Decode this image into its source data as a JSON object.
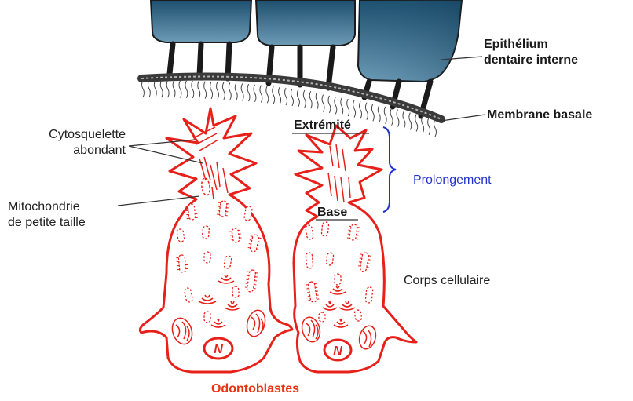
{
  "labels": {
    "epithelium": [
      "Epithélium",
      "dentaire interne"
    ],
    "membrane": "Membrane basale",
    "cytosquelette": [
      "Cytosquelette",
      "abondant"
    ],
    "mitochondrie": [
      "Mitochondrie",
      "de petite taille"
    ],
    "extremite": "Extrémité",
    "base": "Base",
    "prolongement": "Prolongement",
    "corps": "Corps cellulaire",
    "odontoblastes": "Odontoblastes"
  },
  "nucleus_letter": "N",
  "colors": {
    "cell_outline": "#e8201a",
    "prolongement_label": "#2233cc",
    "prolongement_bracket": "#2233cc",
    "odontoblastes_label": "#ee3311",
    "epithelium_fill_top": "#1d4f6e",
    "epithelium_fill_bottom": "#6d9bb6",
    "membrane": "#333333",
    "leader_lines": "#333333"
  }
}
